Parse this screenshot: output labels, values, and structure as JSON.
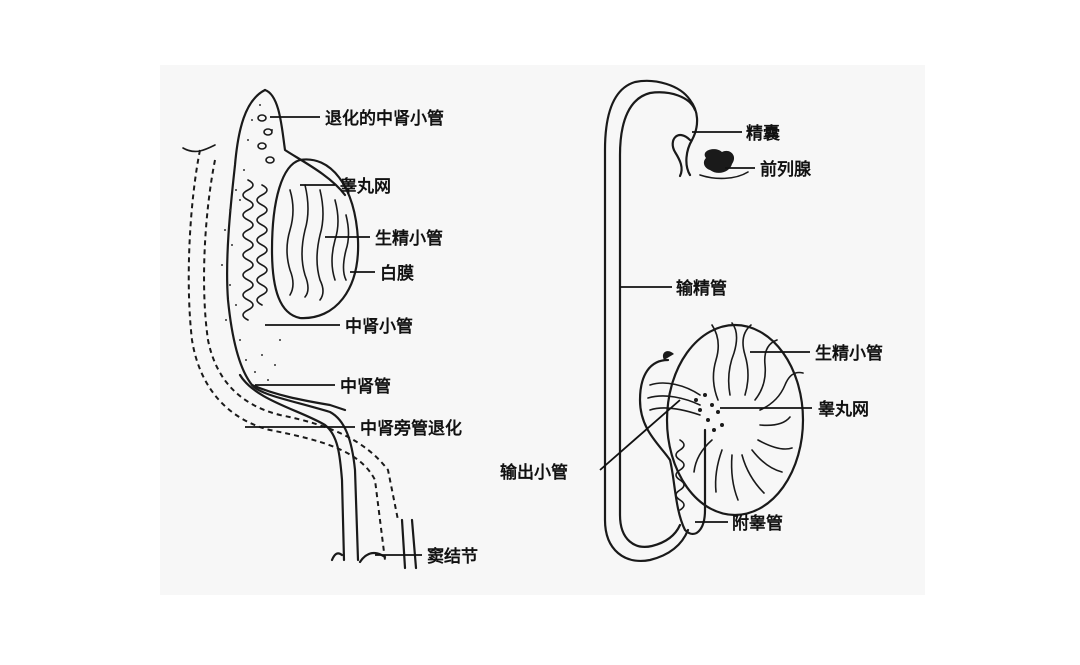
{
  "diagram": {
    "left_labels": {
      "degenerated_mesonephric_tubules": "退化的中肾小管",
      "rete_testis": "睾丸网",
      "seminiferous_tubules": "生精小管",
      "tunica_albuginea": "白膜",
      "mesonephric_tubules": "中肾小管",
      "mesonephric_duct": "中肾管",
      "paramesonephric_duct_degeneration": "中肾旁管退化",
      "sinus_tubercle": "窦结节"
    },
    "right_labels": {
      "seminal_vesicle": "精囊",
      "prostate": "前列腺",
      "vas_deferens": "输精管",
      "seminiferous_tubules": "生精小管",
      "rete_testis": "睾丸网",
      "efferent_ductules": "输出小管",
      "epididymal_duct": "附睾管"
    }
  }
}
